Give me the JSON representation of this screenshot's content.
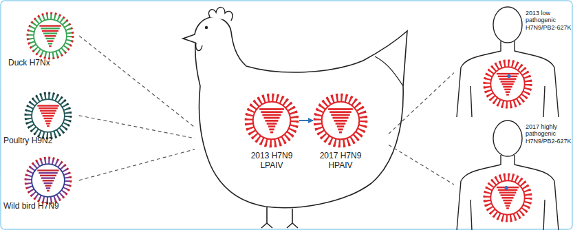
{
  "diagram": {
    "nodes": [
      {
        "text": [
          "Duck H7Nx"
        ]
      },
      {
        "text": [
          "Poultry H9N2"
        ]
      },
      {
        "text": [
          "Wild bird H7N9"
        ]
      },
      {
        "text": []
      },
      {
        "text": [
          "2013 H7N9 LPAIV"
        ],
        "in": 3
      },
      {
        "text": [
          "2017 H7N9 HPAIV"
        ],
        "in": 3
      },
      {
        "text": [
          "2013 low pathogenic H7N9/PB2-627K"
        ]
      },
      {
        "text": [
          "2017 highly pathogenic H7N9/PB2-627K"
        ]
      }
    ],
    "edges": [
      {
        "from": 0,
        "to": 3,
        "arrow": "none"
      },
      {
        "from": 1,
        "to": 3,
        "arrow": "none"
      },
      {
        "from": 2,
        "to": 3,
        "arrow": "none"
      },
      {
        "from": 4,
        "to": 5,
        "arrow": "to"
      },
      {
        "from": 3,
        "to": 6,
        "arrow": "none"
      },
      {
        "from": 3,
        "to": 7,
        "arrow": "none"
      }
    ]
  }
}
